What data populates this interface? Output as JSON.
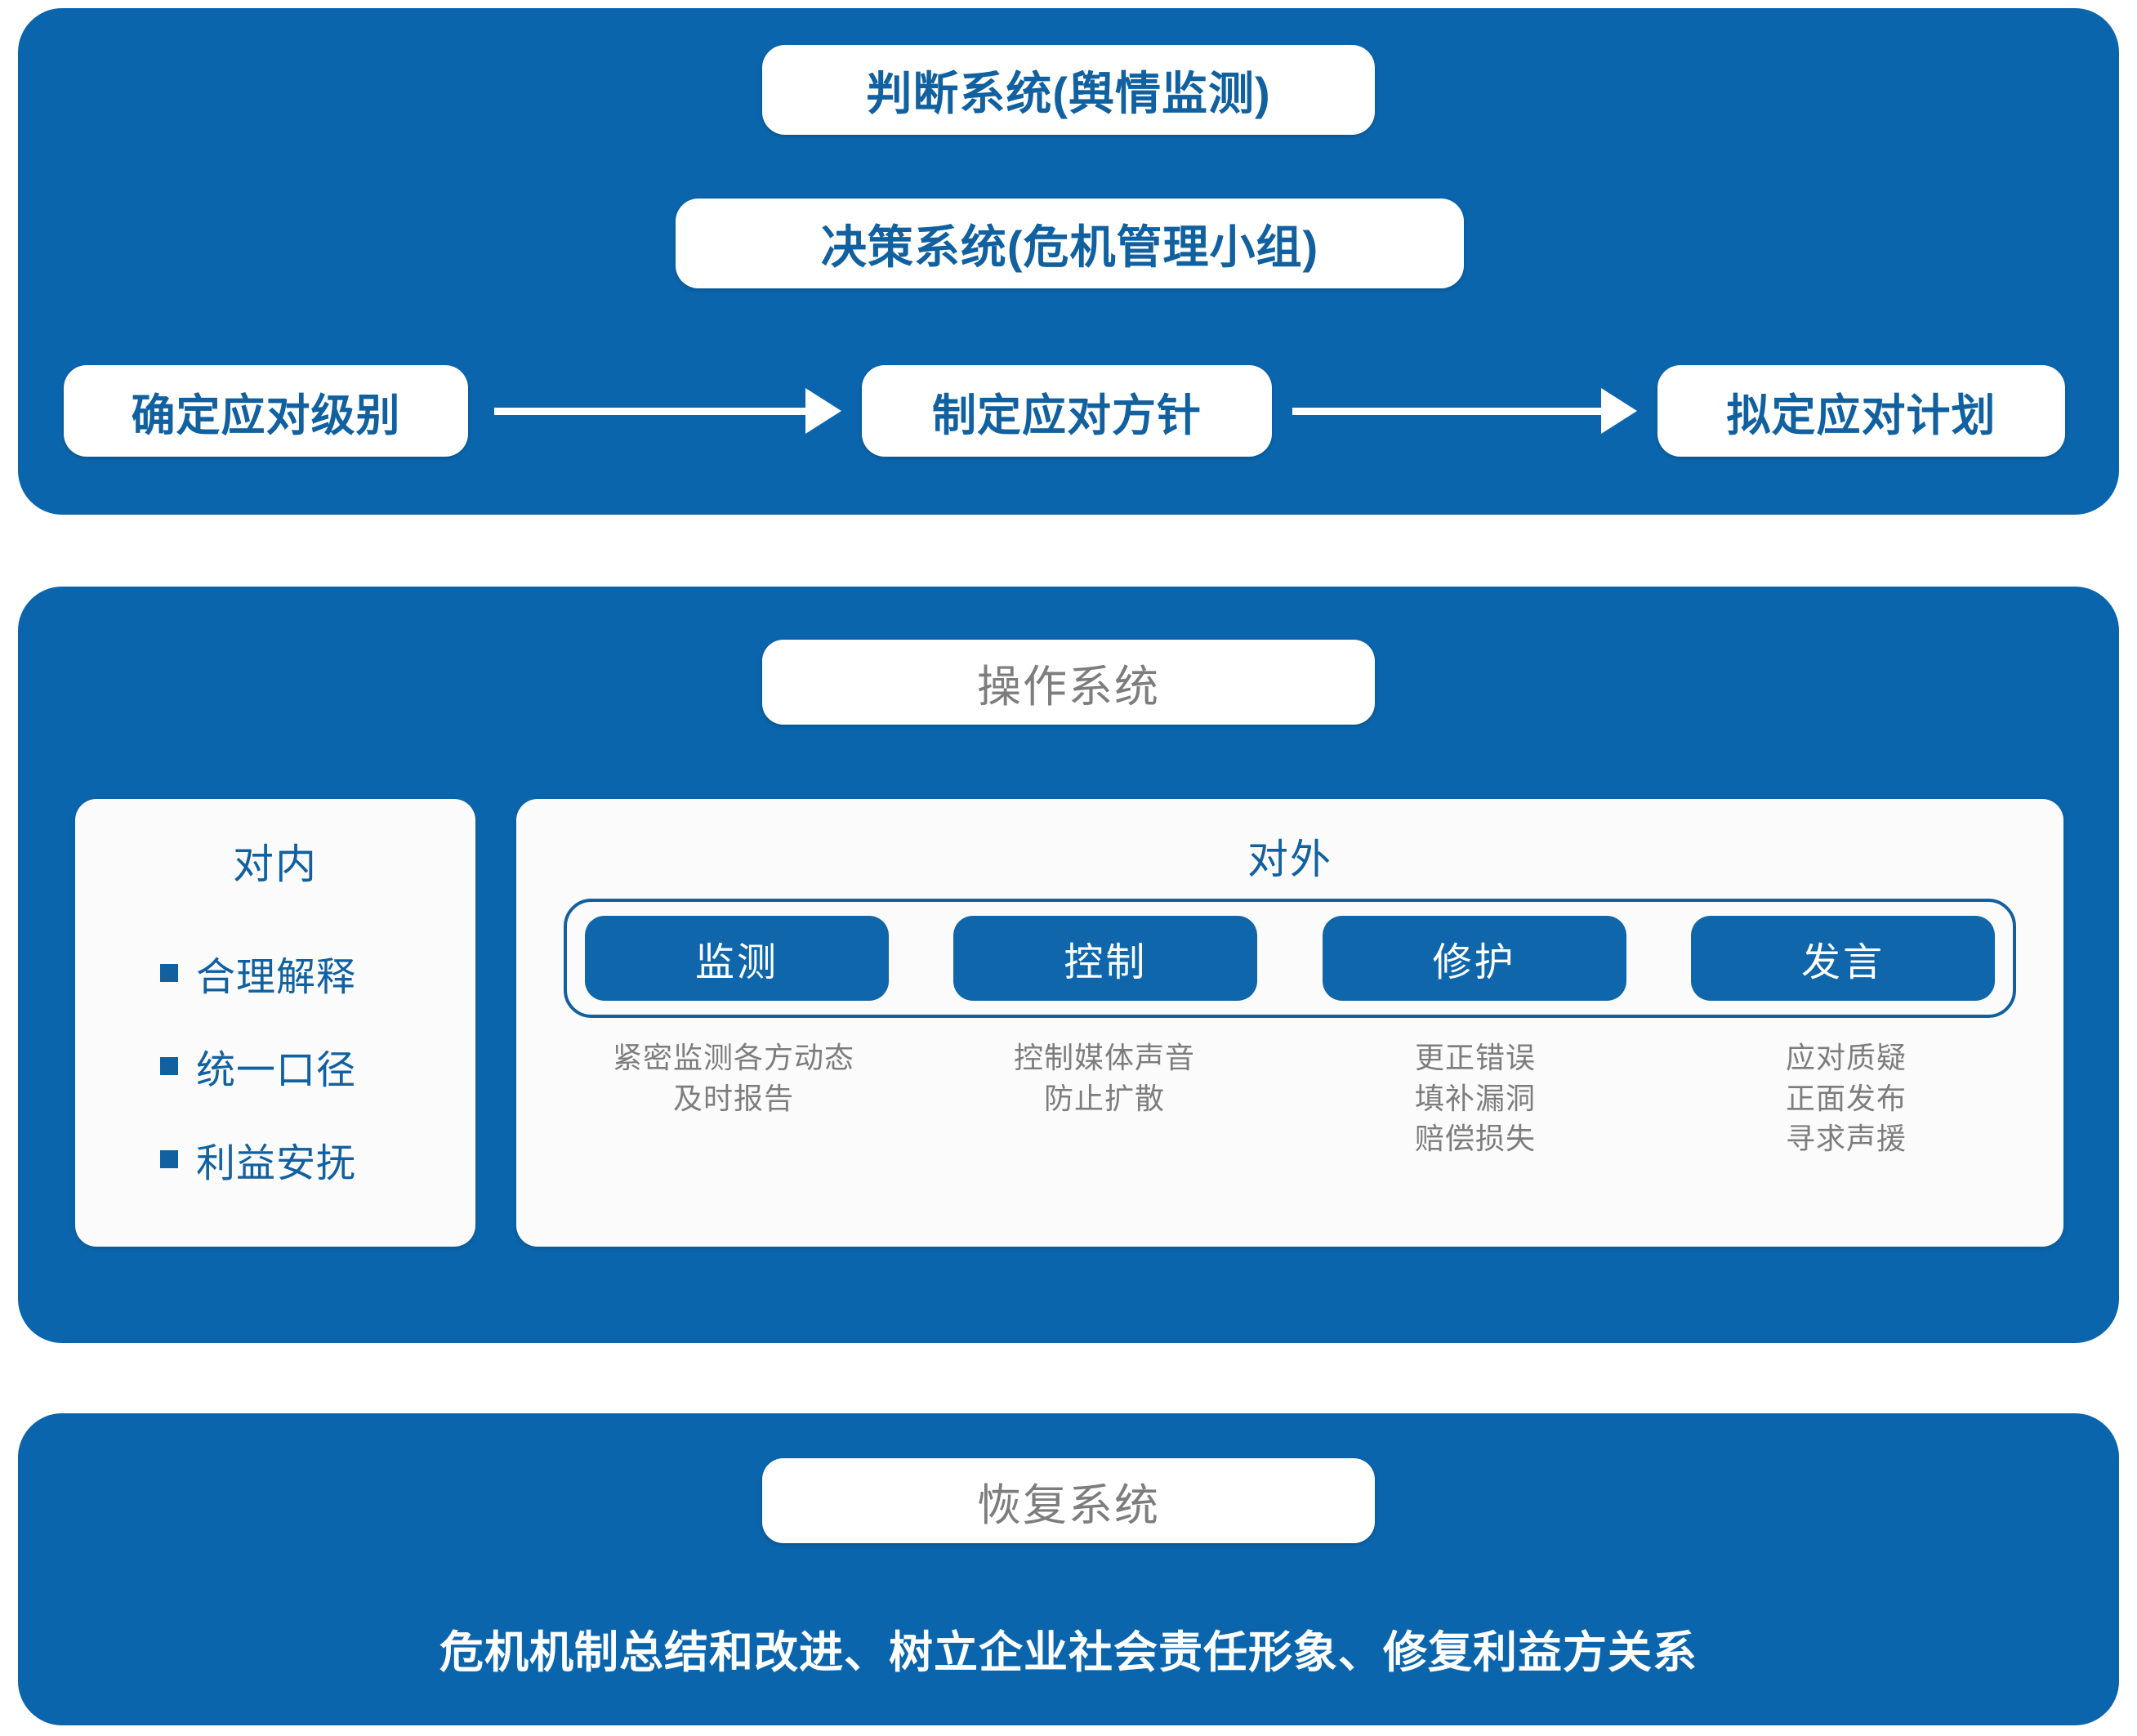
{
  "theme": {
    "panel_blue": "#0B65AC",
    "text_blue": "#1160A0",
    "pill_blue": "#0F66AB",
    "muted_gray": "#7D7D7D",
    "card_white": "#FFFFFF"
  },
  "judgement_section": {
    "judgement_card": "判断系统(舆情监测)",
    "decision_card": "决策系统(危机管理小组)",
    "flow": [
      {
        "label": "确定应对级别"
      },
      {
        "label": "制定应对方针"
      },
      {
        "label": "拟定应对计划"
      }
    ],
    "arrow_1": "arrow-right",
    "arrow_2": "arrow-right"
  },
  "operation_section": {
    "title": "操作系统",
    "internal": {
      "title": "对内",
      "items": [
        "合理解释",
        "统一口径",
        "利益安抚"
      ]
    },
    "external": {
      "title": "对外",
      "pills": [
        {
          "label": "监测"
        },
        {
          "label": "控制"
        },
        {
          "label": "修护"
        },
        {
          "label": "发言"
        }
      ],
      "descriptions": [
        "紧密监测各方动态\n及时报告",
        "控制媒体声音\n防止扩散",
        "更正错误\n填补漏洞\n赔偿损失",
        "应对质疑\n正面发布\n寻求声援"
      ]
    }
  },
  "recovery_section": {
    "title": "恢复系统",
    "summary": "危机机制总结和改进、树立企业社会责任形象、修复利益方关系"
  }
}
